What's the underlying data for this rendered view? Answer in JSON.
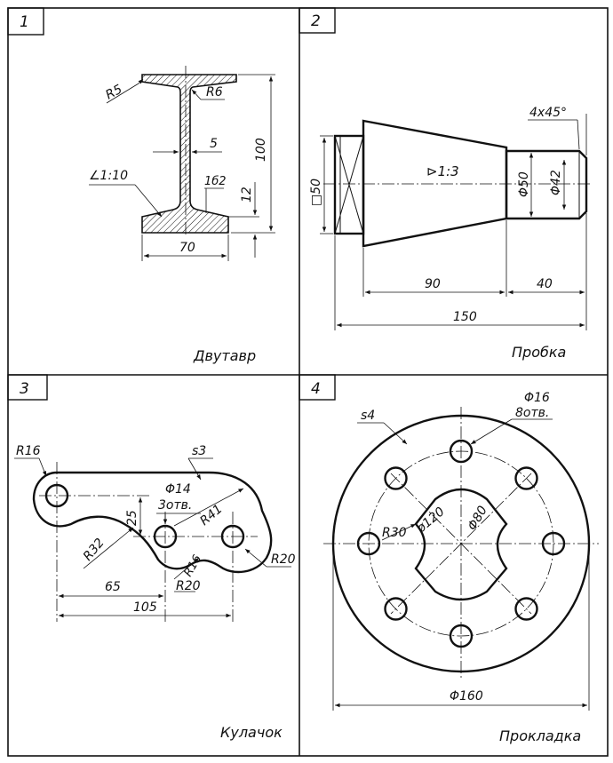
{
  "panels": [
    {
      "number": "1",
      "title": "Двутавр",
      "dims": {
        "r5": "R5",
        "r6": "R6",
        "web": "5",
        "height": "100",
        "flange_thick": "12",
        "tip": "1б2",
        "slope": "∠1:10",
        "width": "70"
      }
    },
    {
      "number": "2",
      "title": "Пробка",
      "dims": {
        "chamfer": "4x45°",
        "square": "□50",
        "taper": "⊳1:3",
        "d50": "Φ50",
        "d42": "Φ42",
        "l90": "90",
        "l40": "40",
        "l150": "150"
      }
    },
    {
      "number": "3",
      "title": "Кулачок",
      "dims": {
        "r16": "R16",
        "thickness": "s3",
        "hole_d": "Φ14",
        "hole_count": "3отв.",
        "h25": "25",
        "r41": "R41",
        "r32": "R32",
        "r16b": "R16",
        "r20a": "R20",
        "r20b": "R20",
        "l65": "65",
        "l105": "105"
      }
    },
    {
      "number": "4",
      "title": "Прокладка",
      "dims": {
        "thickness": "s4",
        "hole_d": "Φ16",
        "hole_count": "8отв.",
        "r30": "R30",
        "d120": "ø120",
        "d80": "Φ80",
        "d160": "Φ160"
      }
    }
  ]
}
